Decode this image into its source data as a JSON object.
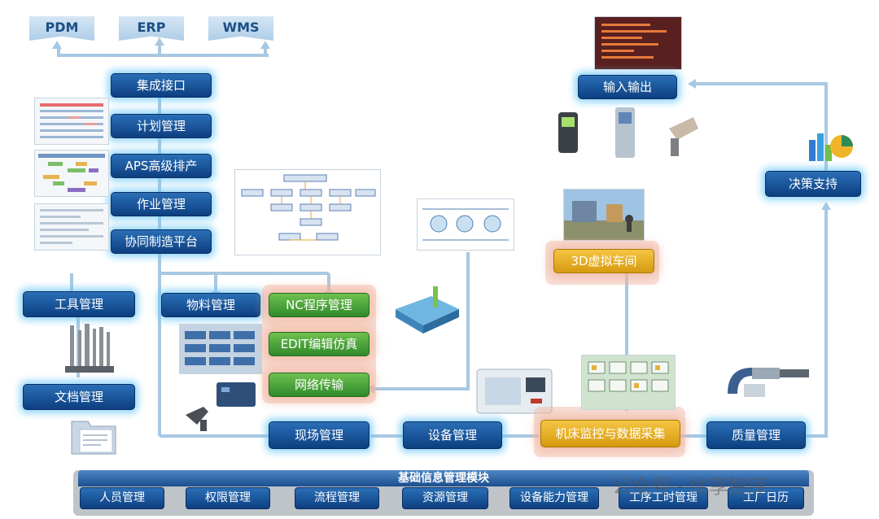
{
  "top_systems": [
    "PDM",
    "ERP",
    "WMS"
  ],
  "left_column": [
    "集成接口",
    "计划管理",
    "APS高级排产",
    "作业管理",
    "协同制造平台"
  ],
  "left_branch": {
    "tools": "工具管理",
    "documents": "文档管理",
    "material": "物料管理"
  },
  "nc_group": [
    "NC程序管理",
    "EDIT编辑仿真",
    "网络传输"
  ],
  "bottom_row": {
    "site": "现场管理",
    "equipment": "设备管理",
    "monitor": "机床监控与数据采集",
    "quality": "质量管理"
  },
  "right_side": {
    "io": "输入输出",
    "decision": "决策支持",
    "virtual": "3D虚拟车间"
  },
  "base_module": {
    "title": "基础信息管理模块",
    "items": [
      "人员管理",
      "权限管理",
      "流程管理",
      "资源管理",
      "设备能力管理",
      "工序工时管理",
      "工厂日历"
    ]
  },
  "watermark": "公众号 · 优享智库",
  "colors": {
    "blue_button": "#0d3f80",
    "green_button": "#2f8a2a",
    "gold_button": "#d69a10",
    "glow": "#6ec8f5",
    "connector": "#a8c8e2"
  }
}
